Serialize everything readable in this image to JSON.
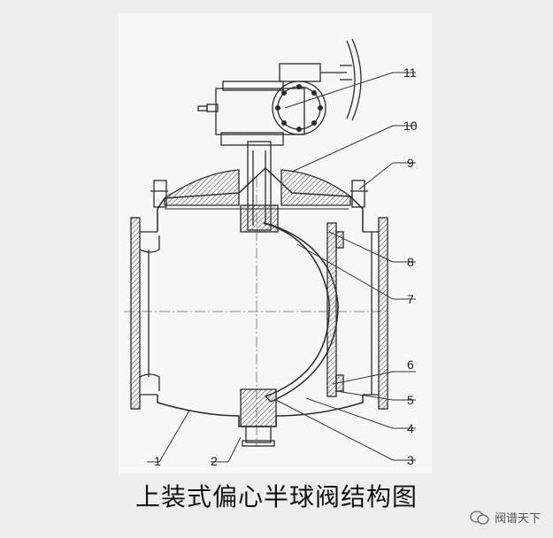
{
  "caption": "上装式偏心半球阀结构图",
  "watermark": "阀谱天下",
  "part_numbers": [
    "1",
    "2",
    "3",
    "4",
    "5",
    "6",
    "7",
    "8",
    "9",
    "10",
    "11"
  ],
  "colors": {
    "line": "#2a2a2a",
    "hatch": "#555555",
    "paper": "#f7f7f7",
    "background": "#eeeeee"
  }
}
